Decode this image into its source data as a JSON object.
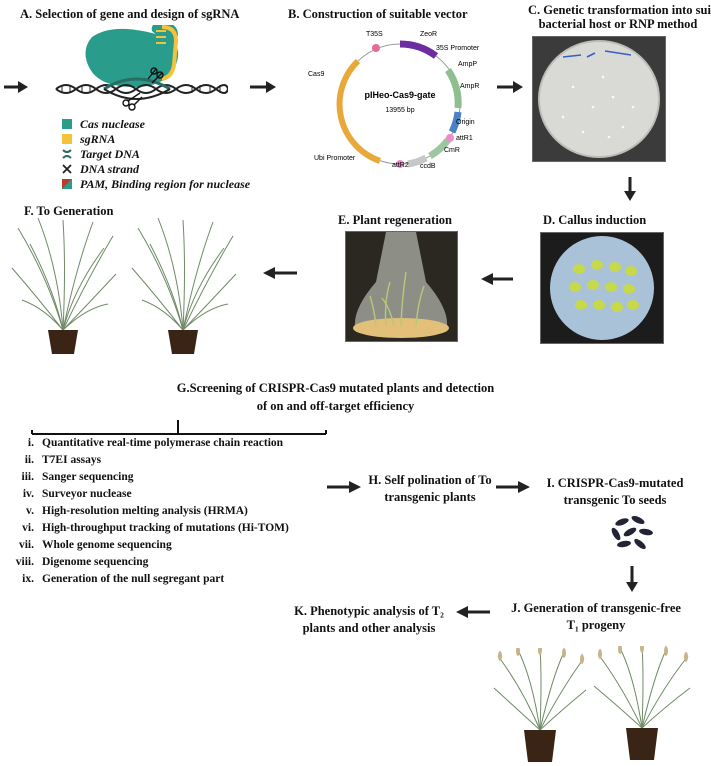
{
  "steps": {
    "a": {
      "title": "A. Selection of gene and design of sgRNA"
    },
    "b": {
      "title": "B. Construction of suitable vector"
    },
    "c": {
      "title_line1": "C. Genetic transformation into suitable",
      "title_line2": "bacterial host or RNP method"
    },
    "d": {
      "title": "D. Callus induction"
    },
    "e": {
      "title": "E. Plant regeneration"
    },
    "f": {
      "title": "F. To Generation"
    },
    "g": {
      "title_line1": "G.Screening of CRISPR-Cas9 mutated plants and detection",
      "title_line2": "of on and off-target efficiency"
    },
    "h": {
      "title_line1": "H. Self polination of To",
      "title_line2": "transgenic plants"
    },
    "i": {
      "title_line1": "I. CRISPR-Cas9-mutated",
      "title_line2": "transgenic To seeds"
    },
    "j": {
      "title_line1": "J. Generation of transgenic-free",
      "title_line2": "T₁ progeny"
    },
    "k": {
      "title_line1": "K. Phenotypic analysis of T₂",
      "title_line2": "plants and other analysis"
    }
  },
  "legend": [
    {
      "label": "Cas nuclease",
      "color": "#2a9c8c"
    },
    {
      "label": "sgRNA",
      "color": "#f3c33b"
    },
    {
      "label": "Target DNA",
      "color": "#2b6b63"
    },
    {
      "label": "DNA strand",
      "color": "#222222"
    },
    {
      "label": "PAM, Binding region for nuclease",
      "color": "#c0392b"
    }
  ],
  "vector": {
    "name": "pIHeo-Cas9-gate",
    "size": "13955 bp",
    "features": {
      "t35s": "T35S",
      "zeor": "ZeoR",
      "promoter35s": "35S Promoter",
      "ampp": "AmpP",
      "ampr": "AmpR",
      "origin": "Origin",
      "attr1": "attR1",
      "cmr": "CmR",
      "ccdb": "ccdB",
      "attr2": "attR2",
      "ubi": "Ubi Promoter",
      "cas9": "Cas9"
    }
  },
  "screening": [
    {
      "num": "i.",
      "text": "Quantitative real-time polymerase chain reaction"
    },
    {
      "num": "ii.",
      "text": "T7EI assays"
    },
    {
      "num": "iii.",
      "text": "Sanger sequencing"
    },
    {
      "num": "iv.",
      "text": "Surveyor nuclease"
    },
    {
      "num": "v.",
      "text": "High-resolution melting analysis (HRMA)"
    },
    {
      "num": "vi.",
      "text": "High-throughput tracking of mutations (Hi-TOM)"
    },
    {
      "num": "vii.",
      "text": "Whole genome sequencing"
    },
    {
      "num": "viii.",
      "text": "Digenome sequencing"
    },
    {
      "num": "ix.",
      "text": "Generation of the null segregant part"
    }
  ],
  "colors": {
    "cas": "#2a9c8c",
    "sgrna": "#f3c33b",
    "plate": "#d9d9d6",
    "callus": "#c6d94a",
    "pot": "#3a2416",
    "grass": "#6f8a66"
  }
}
